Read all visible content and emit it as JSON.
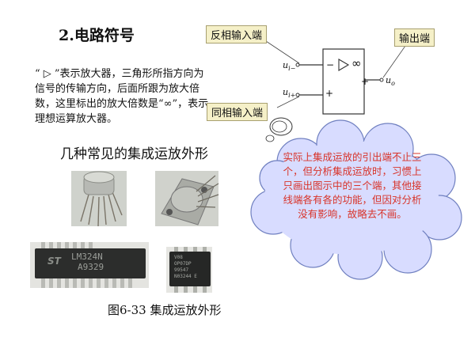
{
  "section_title": "2.电路符号",
  "description": "“ ▷ ”表示放大器，三角形所指方向为信号的传输方向，后面所跟为放大倍数，这里标出的放大倍数是“∞”，表示理想运算放大器。",
  "subtitle": "几种常见的集成运放外形",
  "caption": "图6-33   集成运放外形",
  "circuit": {
    "callout_inverting": "反相输入端",
    "callout_noninverting": "同相输入端",
    "callout_output": "输出端",
    "input_minus_label": "u",
    "input_minus_sub": "i−",
    "input_plus_label": "u",
    "input_plus_sub": "i+",
    "output_label": "u",
    "output_sub": "o",
    "minus_sign": "−",
    "plus_sign": "+",
    "output_plus_sign": "+",
    "gain_symbol": "∞"
  },
  "cloud_note": "实际上集成运放的引出端不止三个，但分析集成运放时，习惯上只画出图示中的三个端，其他接线端各有各的功能，但因对分析没有影响，故略去不画。",
  "chips": {
    "dip14_marking_line1": "LM324N",
    "dip14_marking_line2": "A9329",
    "dip8_marking_line1": "V08",
    "dip8_marking_line2": "OP07DP",
    "dip8_marking_line3": "99547",
    "dip8_marking_line4": "N03244 E"
  },
  "colors": {
    "cloud_fill": "#d8dcff",
    "cloud_text": "#d8342a",
    "callout_fill": "#f5f0c8"
  }
}
